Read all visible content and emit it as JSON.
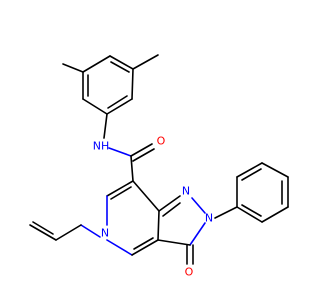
{
  "colors": {
    "carbon_bond": "#000000",
    "nitrogen": "#0000ff",
    "oxygen": "#ff0000",
    "background": "#ffffff"
  },
  "atom_labels": {
    "amide_nh": "NH",
    "amide_o": "O",
    "pyrazole_n1": "N",
    "pyrazole_n2": "N",
    "pyridine_n": "N",
    "ketone_o": "O"
  }
}
